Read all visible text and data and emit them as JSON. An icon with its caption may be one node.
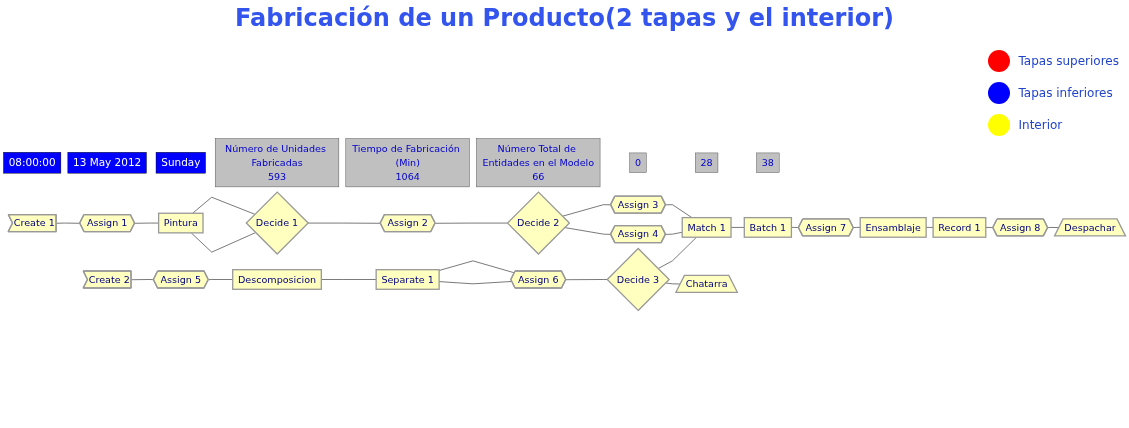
{
  "diagram": {
    "title": "Fabricación de un Producto(2 tapas y el interior)",
    "nodes": [
      {
        "text": [
          "08:00:00"
        ]
      },
      {
        "text": [
          "13 May 2012"
        ]
      },
      {
        "text": [
          "Sunday"
        ]
      },
      {
        "text": [
          "Número de Unidades Fabricadas",
          "593"
        ]
      },
      {
        "text": [
          "Tiempo de Fabricación (Min)",
          "1064"
        ]
      },
      {
        "text": [
          "Número Total de Entidades en el Modelo",
          "66"
        ]
      },
      {
        "text": [
          "0"
        ]
      },
      {
        "text": [
          "28"
        ]
      },
      {
        "text": [
          "38"
        ]
      },
      {
        "text": [
          "Create 1"
        ]
      },
      {
        "text": [
          "Assign 1"
        ]
      },
      {
        "text": [
          "Pintura"
        ]
      },
      {
        "text": [
          "Decide 1"
        ]
      },
      {
        "text": [
          "Assign 2"
        ]
      },
      {
        "text": [
          "Decide 2"
        ]
      },
      {
        "text": [
          "Assign 3"
        ]
      },
      {
        "text": [
          "Assign 4"
        ]
      },
      {
        "text": [
          "Match 1"
        ]
      },
      {
        "text": [
          "Batch 1"
        ]
      },
      {
        "text": [
          "Assign 7"
        ]
      },
      {
        "text": [
          "Ensamblaje"
        ]
      },
      {
        "text": [
          "Record 1"
        ]
      },
      {
        "text": [
          "Assign 8"
        ]
      },
      {
        "text": [
          "Despachar"
        ]
      },
      {
        "text": [
          "Create 2"
        ]
      },
      {
        "text": [
          "Assign 5"
        ]
      },
      {
        "text": [
          "Descomposicion"
        ]
      },
      {
        "text": [
          "Separate 1"
        ]
      },
      {
        "text": [
          "Assign 6"
        ]
      },
      {
        "text": [
          "Decide 3"
        ]
      },
      {
        "text": [
          "Chatarra"
        ]
      }
    ],
    "edges": [
      {
        "from": 9,
        "to": 10,
        "arrow": "none"
      },
      {
        "from": 10,
        "to": 11,
        "arrow": "none"
      },
      {
        "from": 11,
        "to": 12,
        "arrow": "none"
      },
      {
        "from": 12,
        "to": 13,
        "arrow": "none"
      },
      {
        "from": 12,
        "to": 11,
        "arrow": "none"
      },
      {
        "from": 13,
        "to": 14,
        "arrow": "none"
      },
      {
        "from": 14,
        "to": 15,
        "arrow": "none"
      },
      {
        "from": 14,
        "to": 16,
        "arrow": "none"
      },
      {
        "from": 15,
        "to": 17,
        "arrow": "none"
      },
      {
        "from": 16,
        "to": 17,
        "arrow": "none"
      },
      {
        "from": 29,
        "to": 17,
        "arrow": "none"
      },
      {
        "from": 17,
        "to": 18,
        "arrow": "none"
      },
      {
        "from": 18,
        "to": 19,
        "arrow": "none"
      },
      {
        "from": 19,
        "to": 20,
        "arrow": "none"
      },
      {
        "from": 20,
        "to": 21,
        "arrow": "none"
      },
      {
        "from": 21,
        "to": 22,
        "arrow": "none"
      },
      {
        "from": 22,
        "to": 23,
        "arrow": "none"
      },
      {
        "from": 24,
        "to": 25,
        "arrow": "none"
      },
      {
        "from": 25,
        "to": 26,
        "arrow": "none"
      },
      {
        "from": 26,
        "to": 27,
        "arrow": "none"
      },
      {
        "from": 27,
        "to": 28,
        "arrow": "none"
      },
      {
        "from": 27,
        "to": 28,
        "arrow": "none"
      },
      {
        "from": 28,
        "to": 29,
        "arrow": "none"
      },
      {
        "from": 29,
        "to": 30,
        "arrow": "none"
      }
    ],
    "legend": [
      {
        "text": "Tapas superiores",
        "color": "#ff0000"
      },
      {
        "text": "Tapas inferiores",
        "color": "#0000ff"
      },
      {
        "text": "Interior",
        "color": "#ffff00"
      }
    ]
  }
}
